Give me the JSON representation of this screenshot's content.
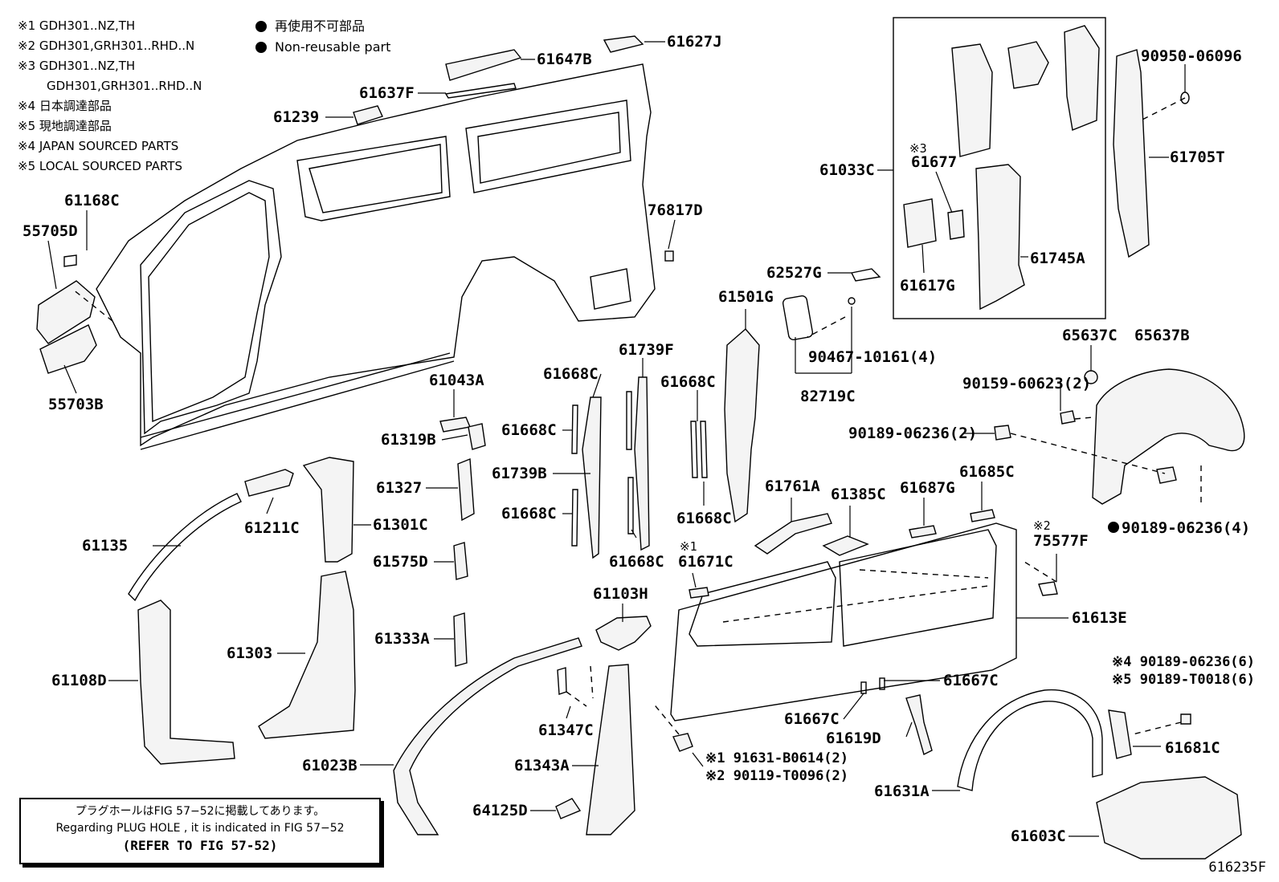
{
  "notes": [
    "※1 GDH301..NZ,TH",
    "※2 GDH301,GRH301..RHD..N",
    "※3 GDH301..NZ,TH",
    "GDH301,GRH301..RHD..N",
    "※4  日本調達部品",
    "※5  現地調達部品",
    "※4  JAPAN SOURCED PARTS",
    "※5  LOCAL SOURCED PARTS"
  ],
  "legend": {
    "jp": "再使用不可部品",
    "en": "Non-reusable part"
  },
  "reference_box": {
    "line1": "プラグホールはFIG 57−52に掲載してあります。",
    "line2": "Regarding PLUG HOLE , it is indicated in FIG 57−52",
    "line3": "(REFER TO FIG 57-52)"
  },
  "figure_id": "616235F",
  "labels": [
    {
      "id": "61627J",
      "text": "61627J"
    },
    {
      "id": "61647B",
      "text": "61647B"
    },
    {
      "id": "61637F",
      "text": "61637F"
    },
    {
      "id": "61239",
      "text": "61239"
    },
    {
      "id": "61168C",
      "text": "61168C"
    },
    {
      "id": "55705D",
      "text": "55705D"
    },
    {
      "id": "55703B",
      "text": "55703B"
    },
    {
      "id": "76817D",
      "text": "76817D"
    },
    {
      "id": "61043A",
      "text": "61043A"
    },
    {
      "id": "61319B",
      "text": "61319B"
    },
    {
      "id": "61668C_a",
      "text": "61668C"
    },
    {
      "id": "61739F",
      "text": "61739F"
    },
    {
      "id": "61668C_b",
      "text": "61668C"
    },
    {
      "id": "61668C_c",
      "text": "61668C"
    },
    {
      "id": "61739B",
      "text": "61739B"
    },
    {
      "id": "61668C_d",
      "text": "61668C"
    },
    {
      "id": "61668C_e",
      "text": "61668C"
    },
    {
      "id": "61668C_f",
      "text": "61668C"
    },
    {
      "id": "61327",
      "text": "61327"
    },
    {
      "id": "61211C",
      "text": "61211C"
    },
    {
      "id": "61301C",
      "text": "61301C"
    },
    {
      "id": "61135",
      "text": "61135"
    },
    {
      "id": "61575D",
      "text": "61575D"
    },
    {
      "id": "61108D",
      "text": "61108D"
    },
    {
      "id": "61303",
      "text": "61303"
    },
    {
      "id": "61333A",
      "text": "61333A"
    },
    {
      "id": "61023B",
      "text": "61023B"
    },
    {
      "id": "61347C",
      "text": "61347C"
    },
    {
      "id": "61343A",
      "text": "61343A"
    },
    {
      "id": "64125D",
      "text": "64125D"
    },
    {
      "id": "61103H",
      "text": "61103H"
    },
    {
      "id": "61501G",
      "text": "61501G"
    },
    {
      "id": "62527G",
      "text": "62527G"
    },
    {
      "id": "90467",
      "text": "90467-10161(4)"
    },
    {
      "id": "82719C",
      "text": "82719C"
    },
    {
      "id": "61033C",
      "text": "61033C"
    },
    {
      "id": "61677_note",
      "text": "※3"
    },
    {
      "id": "61677",
      "text": "61677"
    },
    {
      "id": "61617G",
      "text": "61617G"
    },
    {
      "id": "61745A",
      "text": "61745A"
    },
    {
      "id": "90950",
      "text": "90950-06096"
    },
    {
      "id": "61705T",
      "text": "61705T"
    },
    {
      "id": "65637C",
      "text": "65637C"
    },
    {
      "id": "65637B",
      "text": "65637B"
    },
    {
      "id": "90159",
      "text": "90159-60623(2)"
    },
    {
      "id": "90189a",
      "text": "90189-06236(2)"
    },
    {
      "id": "90189b",
      "text": "90189-06236(4)"
    },
    {
      "id": "61761A",
      "text": "61761A"
    },
    {
      "id": "61385C",
      "text": "61385C"
    },
    {
      "id": "61687G",
      "text": "61687G"
    },
    {
      "id": "61685C",
      "text": "61685C"
    },
    {
      "id": "75577F_note",
      "text": "※2"
    },
    {
      "id": "75577F",
      "text": "75577F"
    },
    {
      "id": "61671C_note",
      "text": "※1"
    },
    {
      "id": "61671C",
      "text": "61671C"
    },
    {
      "id": "61613E",
      "text": "61613E"
    },
    {
      "id": "61667C_a",
      "text": "61667C"
    },
    {
      "id": "61667C_b",
      "text": "61667C"
    },
    {
      "id": "61619D",
      "text": "61619D"
    },
    {
      "id": "91631",
      "text": "※1 91631-B0614(2)"
    },
    {
      "id": "90119",
      "text": "※2 90119-T0096(2)"
    },
    {
      "id": "90189c",
      "text": "※4 90189-06236(6)"
    },
    {
      "id": "90189d",
      "text": "※5 90189-T0018(6)"
    },
    {
      "id": "61681C",
      "text": "61681C"
    },
    {
      "id": "61631A",
      "text": "61631A"
    },
    {
      "id": "61603C",
      "text": "61603C"
    }
  ]
}
